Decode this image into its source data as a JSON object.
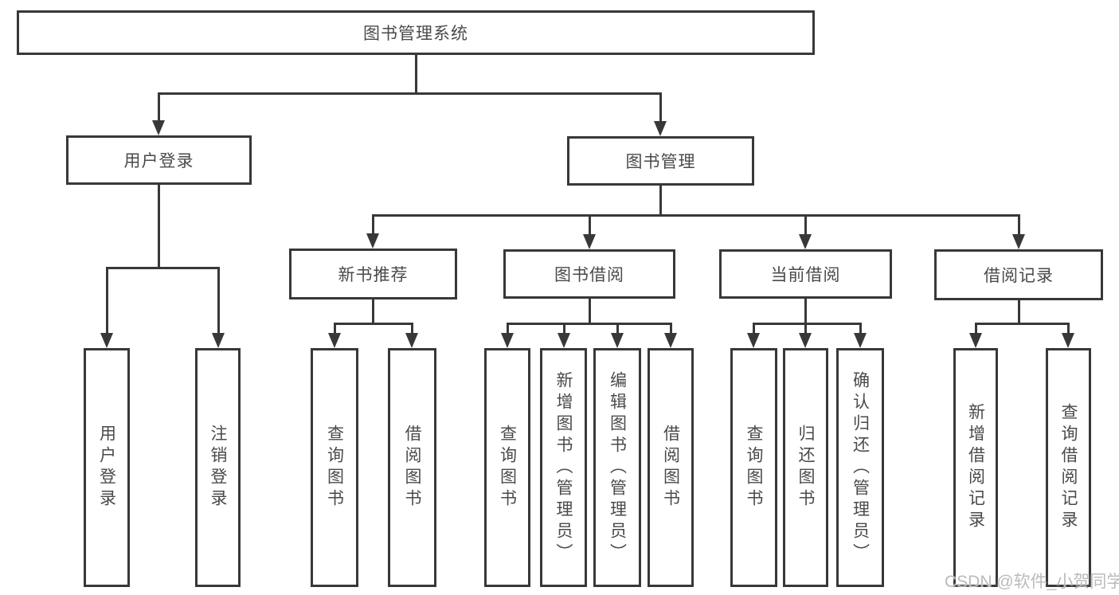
{
  "diagram_type": "tree",
  "title": "图书管理系统",
  "watermark": "CSDN @软件_小贺同学",
  "colors": {
    "line": "#383838",
    "text": "#4a4a4a",
    "background": "#ffffff",
    "watermark": "#b7b7b7"
  },
  "nodes": {
    "root": {
      "label": "图书管理系统"
    },
    "user_login": {
      "label": "用户登录"
    },
    "book_mgmt": {
      "label": "图书管理"
    },
    "new_book": {
      "label": "新书推荐"
    },
    "borrow": {
      "label": "图书借阅"
    },
    "current": {
      "label": "当前借阅"
    },
    "record": {
      "label": "借阅记录"
    },
    "ul_login": {
      "label": "用户登录"
    },
    "ul_logout": {
      "label": "注销登录"
    },
    "nb_query": {
      "label": "查询图书"
    },
    "nb_borrow": {
      "label": "借阅图书"
    },
    "bb_query": {
      "label": "查询图书"
    },
    "bb_add": {
      "label": "新增图书（管理员）"
    },
    "bb_edit": {
      "label": "编辑图书（管理员）"
    },
    "bb_borrow": {
      "label": "借阅图书"
    },
    "cb_query": {
      "label": "查询图书"
    },
    "cb_return": {
      "label": "归还图书"
    },
    "cb_confirm": {
      "label": "确认归还（管理员）"
    },
    "br_add": {
      "label": "新增借阅记录"
    },
    "br_query": {
      "label": "查询借阅记录"
    }
  },
  "hierarchy": {
    "label": "图书管理系统",
    "children": [
      {
        "label": "用户登录",
        "children": [
          {
            "label": "用户登录"
          },
          {
            "label": "注销登录"
          }
        ]
      },
      {
        "label": "图书管理",
        "children": [
          {
            "label": "新书推荐",
            "children": [
              {
                "label": "查询图书"
              },
              {
                "label": "借阅图书"
              }
            ]
          },
          {
            "label": "图书借阅",
            "children": [
              {
                "label": "查询图书"
              },
              {
                "label": "新增图书（管理员）"
              },
              {
                "label": "编辑图书（管理员）"
              },
              {
                "label": "借阅图书"
              }
            ]
          },
          {
            "label": "当前借阅",
            "children": [
              {
                "label": "查询图书"
              },
              {
                "label": "归还图书"
              },
              {
                "label": "确认归还（管理员）"
              }
            ]
          },
          {
            "label": "借阅记录",
            "children": [
              {
                "label": "新增借阅记录"
              },
              {
                "label": "查询借阅记录"
              }
            ]
          }
        ]
      }
    ]
  }
}
